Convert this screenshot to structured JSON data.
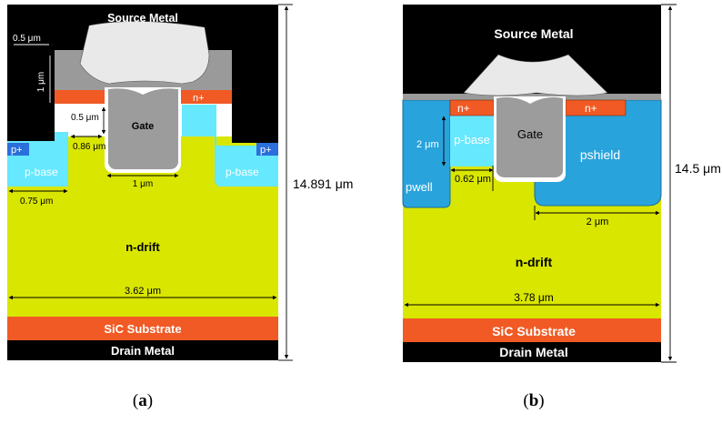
{
  "colors": {
    "metal": "#000000",
    "gate_oxide": "#9a9a9a",
    "gate_poly": "#9c9c9c",
    "source_contact": "#e9e9e9",
    "n_plus": "#f15a24",
    "p_base": "#66e8ff",
    "p_plus": "#2a6fdb",
    "p_well": "#29a3dc",
    "drift": "#d9e600",
    "substrate": "#f15a24"
  },
  "figure_a": {
    "caption_open": "(",
    "caption_letter": "a",
    "caption_close": ")",
    "labels": {
      "source_metal": "Source Metal",
      "gate": "Gate",
      "n_plus": "n+",
      "p_plus_left": "p+",
      "p_plus_right": "p+",
      "p_base_left": "p-base",
      "p_base_right": "p-base",
      "n_drift": "n-drift",
      "substrate": "SiC Substrate",
      "drain_metal": "Drain Metal"
    },
    "dimensions": {
      "metal_width": "0.5 μm",
      "vertical_1": "1 μm",
      "oxide_gap": "0.5 μm",
      "trench_gap": "0.86 μm",
      "trench_width": "1 μm",
      "pbase_width": "0.75 μm",
      "cell_width": "3.62 μm",
      "total_height": "14.891 μm"
    }
  },
  "figure_b": {
    "caption_open": "(",
    "caption_letter": "b",
    "caption_close": ")",
    "labels": {
      "source_metal": "Source Metal",
      "gate": "Gate",
      "n_plus_left": "n+",
      "n_plus_right": "n+",
      "p_base": "p-base",
      "p_well": "pwell",
      "p_shield": "pshield",
      "n_drift": "n-drift",
      "substrate": "SiC Substrate",
      "drain_metal": "Drain Metal"
    },
    "dimensions": {
      "pbase_height": "2 μm",
      "pbase_width": "0.62 μm",
      "shield_width": "2 μm",
      "cell_width": "3.78 μm",
      "total_height": "14.5 μm"
    }
  }
}
